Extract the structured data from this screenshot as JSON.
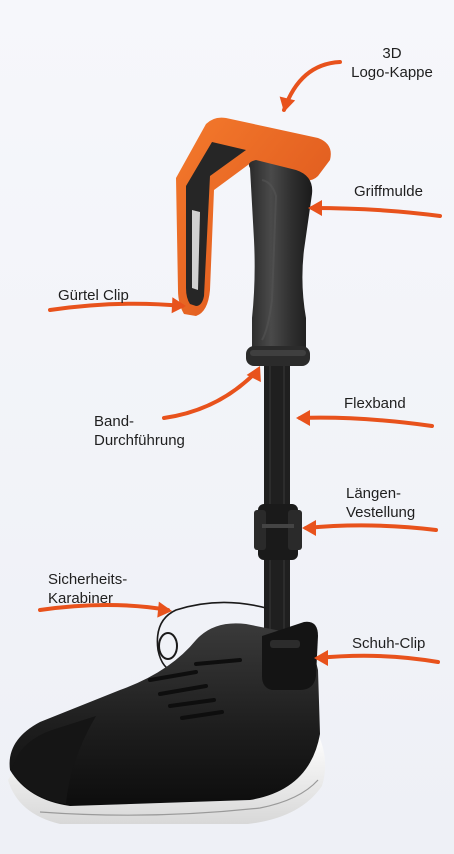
{
  "accent_color": "#e8521c",
  "product_accent_color": "#f06a1e",
  "labels": {
    "logo_cap": {
      "line1": "3D",
      "line2": "Logo-Kappe"
    },
    "grip": "Griffmulde",
    "belt_clip": "Gürtel Clip",
    "band_guide": {
      "line1": "Band-",
      "line2": "Durchführung"
    },
    "flexband": "Flexband",
    "length_adjust": {
      "line1": "Längen-",
      "line2": "Vestellung"
    },
    "safety_carabiner": {
      "line1": "Sicherheits-",
      "line2": "Karabiner"
    },
    "shoe_clip": "Schuh-Clip"
  },
  "icons": {
    "arrow": "curved-arrow-icon"
  }
}
